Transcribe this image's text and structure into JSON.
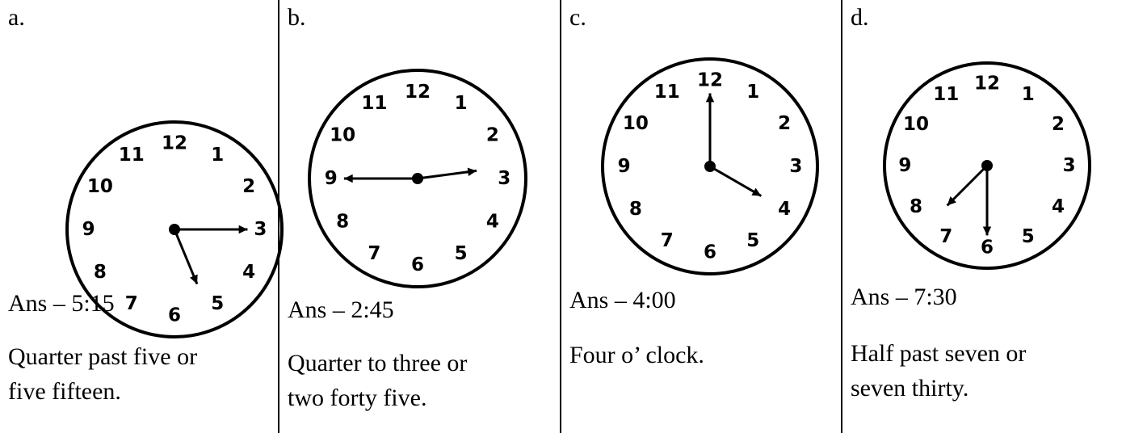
{
  "items": [
    {
      "letter": "a.",
      "answer": "Ans – 5:15",
      "line1": "Quarter past five or",
      "line2": "five fifteen.",
      "time": {
        "hour": 5,
        "minute": 15
      }
    },
    {
      "letter": "b.",
      "answer": "Ans – 2:45",
      "line1": "Quarter to three or",
      "line2": "two forty five.",
      "time": {
        "hour": 2,
        "minute": 45
      }
    },
    {
      "letter": "c.",
      "answer": "Ans – 4:00",
      "line1": "Four o’ clock.",
      "line2": "",
      "time": {
        "hour": 4,
        "minute": 0
      }
    },
    {
      "letter": "d.",
      "answer": "Ans – 7:30",
      "line1": "Half past seven or",
      "line2": "seven thirty.",
      "time": {
        "hour": 7,
        "minute": 30
      }
    }
  ],
  "clock_numbers": [
    "12",
    "1",
    "2",
    "3",
    "4",
    "5",
    "6",
    "7",
    "8",
    "9",
    "10",
    "11"
  ]
}
